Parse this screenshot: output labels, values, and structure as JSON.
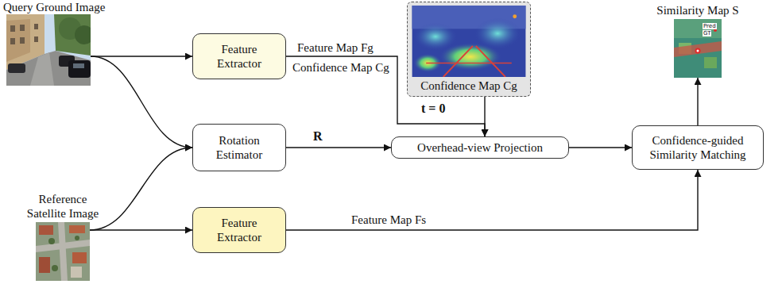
{
  "diagram": {
    "nodes": [
      {
        "text": [
          "Query Ground Image"
        ]
      },
      {
        "text": [
          "Feature Extractor"
        ]
      },
      {
        "text": [
          "Rotation Estimator"
        ]
      },
      {
        "text": [
          "Reference Satellite Image"
        ]
      },
      {
        "text": [
          "Feature Extractor"
        ]
      },
      {
        "text": [
          "Confidence Map Cg"
        ]
      },
      {
        "text": [
          "Overhead-view Projection"
        ]
      },
      {
        "text": [
          "Confidence-guided Similarity Matching"
        ]
      },
      {
        "text": [
          "Similarity Map S"
        ]
      }
    ],
    "edges": [
      {
        "from": 0,
        "to": 1,
        "arrow": "to"
      },
      {
        "from": 0,
        "to": 2,
        "arrow": "to"
      },
      {
        "from": 3,
        "to": 2,
        "arrow": "to"
      },
      {
        "from": 3,
        "to": 4,
        "arrow": "to"
      },
      {
        "from": 1,
        "to": 6,
        "label": "Feature Map Fg",
        "arrow": "to"
      },
      {
        "from": 5,
        "to": 6,
        "arrow": "to"
      },
      {
        "from": 2,
        "to": 6,
        "label": "R",
        "arrow": "to"
      },
      {
        "from": 6,
        "to": 7,
        "arrow": "to"
      },
      {
        "from": 4,
        "to": 7,
        "label": "Feature Map Fs",
        "arrow": "to"
      },
      {
        "from": 7,
        "to": 8,
        "arrow": "to"
      }
    ],
    "labels": [
      "Confidence Map Cg",
      "t = 0",
      "Pred",
      "GT"
    ]
  }
}
